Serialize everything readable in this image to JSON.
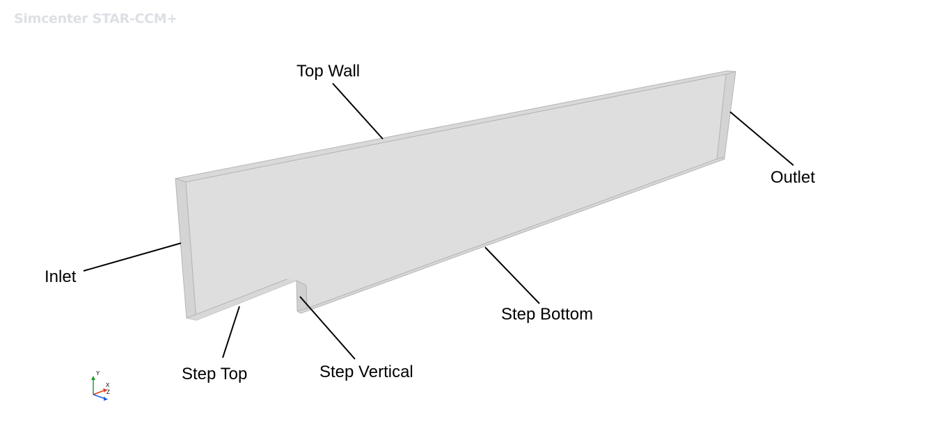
{
  "app": {
    "title": "Simcenter STAR-CCM+"
  },
  "labels": {
    "top_wall": "Top Wall",
    "outlet": "Outlet",
    "inlet": "Inlet",
    "step_top": "Step Top",
    "step_vertical": "Step Vertical",
    "step_bottom": "Step Bottom"
  },
  "triad": {
    "x": "X",
    "y": "Y",
    "z": "Z"
  },
  "colors": {
    "face": "#dedede",
    "side": "#d6d6d6",
    "edge": "#b5b5b5",
    "x_axis": "#e03a1e",
    "y_axis": "#1a9a2a",
    "z_axis": "#1f5fe0"
  }
}
